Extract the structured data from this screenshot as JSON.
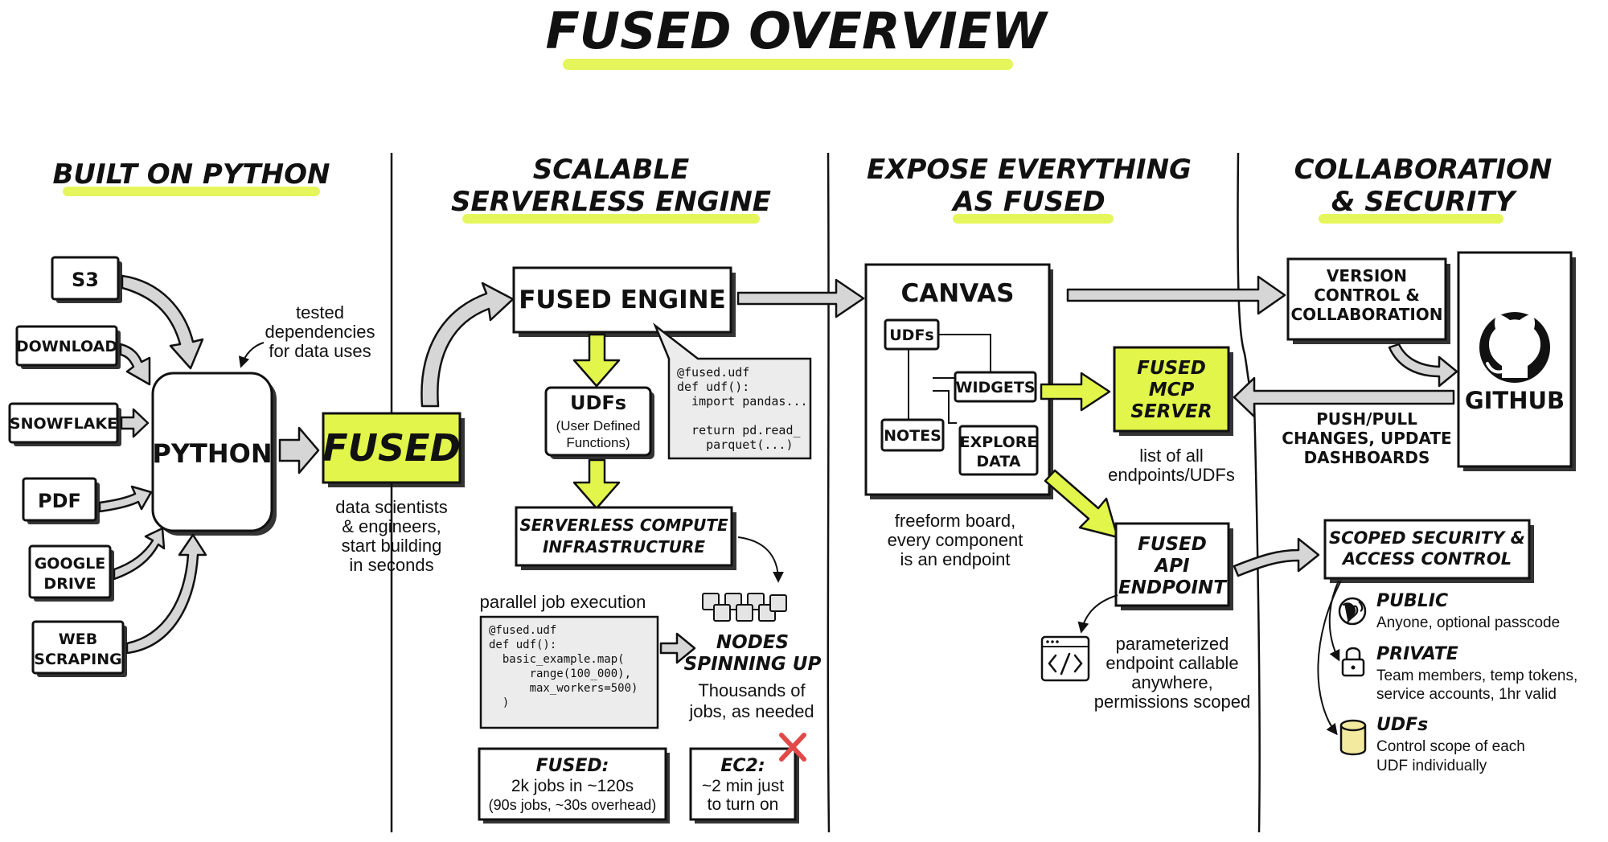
{
  "title": "FUSED OVERVIEW",
  "colors": {
    "accent": "#e2f54a",
    "ink": "#111111",
    "code_bg": "#ececec",
    "arrow_gray": "#d6d6d6",
    "x_red": "#e24a4a",
    "cylinder": "#f3eaa0"
  },
  "sections": {
    "python": {
      "heading": "BUILT ON PYTHON"
    },
    "engine": {
      "heading_1": "SCALABLE",
      "heading_2": "SERVERLESS ENGINE"
    },
    "expose": {
      "heading_1": "EXPOSE EVERYTHING",
      "heading_2": "AS FUSED"
    },
    "collab": {
      "heading_1": "COLLABORATION",
      "heading_2": "& SECURITY"
    }
  },
  "python": {
    "sources": [
      "S3",
      "DOWNLOAD",
      "SNOWFLAKE",
      "PDF",
      "GOOGLE",
      "DRIVE",
      "WEB",
      "SCRAPING"
    ],
    "note_1": "tested",
    "note_2": "dependencies",
    "note_3": "for data uses",
    "python_label": "PYTHON",
    "fused_label": "FUSED",
    "fused_caption_1": "data scientists",
    "fused_caption_2": "& engineers,",
    "fused_caption_3": "start building",
    "fused_caption_4": "in seconds"
  },
  "engine": {
    "fused_engine": "FUSED ENGINE",
    "code_1": [
      "@fused.udf",
      "def udf():",
      "  import pandas...",
      "",
      "  return pd.read_",
      "    parquet(...)"
    ],
    "udfs_title": "UDFs",
    "udfs_sub_1": "(User Defined",
    "udfs_sub_2": "Functions)",
    "serverless_1": "SERVERLESS COMPUTE",
    "serverless_2": "INFRASTRUCTURE",
    "parallel_label": "parallel job execution",
    "code_2": [
      "@fused.udf",
      "def udf():",
      "  basic_example.map(",
      "      range(100_000),",
      "      max_workers=500)",
      "  )"
    ],
    "nodes_1": "NODES",
    "nodes_2": "SPINNING UP",
    "nodes_caption_1": "Thousands of",
    "nodes_caption_2": "jobs, as needed",
    "fused_stat_title": "FUSED:",
    "fused_stat_1": "2k jobs in ~120s",
    "fused_stat_2": "(90s jobs, ~30s overhead)",
    "ec2_title": "EC2:",
    "ec2_1": "~2 min just",
    "ec2_2": "to turn on"
  },
  "expose": {
    "canvas": "CANVAS",
    "udfs": "UDFs",
    "widgets": "WIDGETS",
    "notes": "NOTES",
    "explore_1": "EXPLORE",
    "explore_2": "DATA",
    "canvas_caption_1": "freeform board,",
    "canvas_caption_2": "every component",
    "canvas_caption_3": "is an endpoint",
    "mcp_1": "FUSED",
    "mcp_2": "MCP",
    "mcp_3": "SERVER",
    "mcp_caption_1": "list of all",
    "mcp_caption_2": "endpoints/UDFs",
    "api_1": "FUSED",
    "api_2": "API",
    "api_3": "ENDPOINT",
    "api_caption_1": "parameterized",
    "api_caption_2": "endpoint callable",
    "api_caption_3": "anywhere,",
    "api_caption_4": "permissions scoped"
  },
  "collab": {
    "version_1": "VERSION",
    "version_2": "CONTROL &",
    "version_3": "COLLABORATION",
    "github": "GITHUB",
    "push_1": "PUSH/PULL",
    "push_2": "CHANGES, UPDATE",
    "push_3": "DASHBOARDS",
    "scoped_1": "SCOPED SECURITY &",
    "scoped_2": "ACCESS CONTROL",
    "public_title": "PUBLIC",
    "public_desc": "Anyone, optional passcode",
    "private_title": "PRIVATE",
    "private_desc_1": "Team members, temp tokens,",
    "private_desc_2": "service accounts, 1hr valid",
    "udfs_title": "UDFs",
    "udfs_desc_1": "Control scope of each",
    "udfs_desc_2": "UDF individually"
  }
}
